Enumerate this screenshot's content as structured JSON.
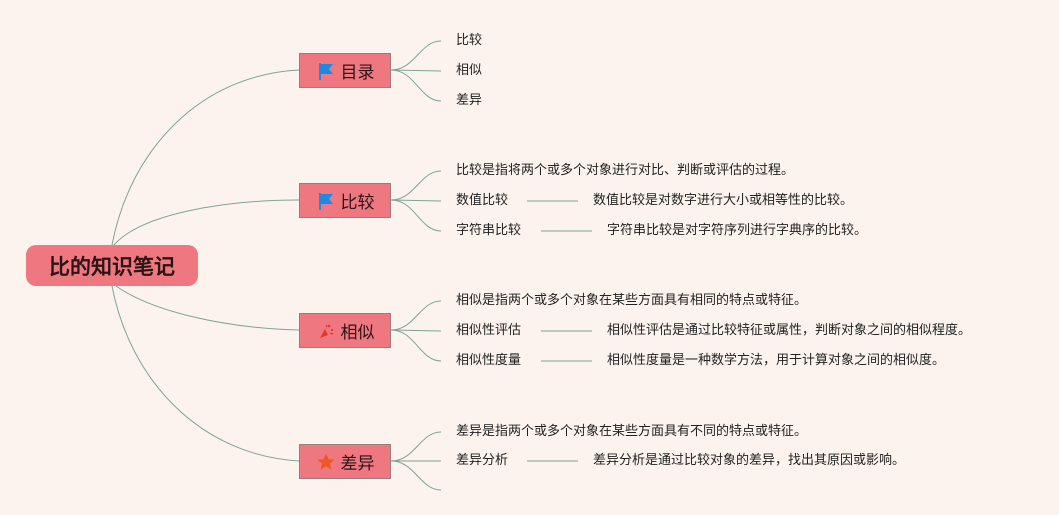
{
  "root": {
    "label": "比的知识笔记"
  },
  "branches": [
    {
      "label": "目录",
      "icon": "flag-icon",
      "items": [
        {
          "label": "比较"
        },
        {
          "label": "相似"
        },
        {
          "label": "差异"
        }
      ]
    },
    {
      "label": "比较",
      "icon": "flag-icon",
      "items": [
        {
          "label": "比较是指将两个或多个对象进行对比、判断或评估的过程。"
        },
        {
          "label": "数值比较",
          "detail": "数值比较是对数字进行大小或相等性的比较。"
        },
        {
          "label": "字符串比较",
          "detail": "字符串比较是对字符序列进行字典序的比较。"
        }
      ]
    },
    {
      "label": "相似",
      "icon": "party-popper-icon",
      "items": [
        {
          "label": "相似是指两个或多个对象在某些方面具有相同的特点或特征。"
        },
        {
          "label": "相似性评估",
          "detail": "相似性评估是通过比较特征或属性，判断对象之间的相似程度。"
        },
        {
          "label": "相似性度量",
          "detail": "相似性度量是一种数学方法，用于计算对象之间的相似度。"
        }
      ]
    },
    {
      "label": "差异",
      "icon": "star-icon",
      "items": [
        {
          "label": "差异是指两个或多个对象在某些方面具有不同的特点或特征。"
        },
        {
          "label": "差异分析",
          "detail": "差异分析是通过比较对象的差异，找出其原因或影响。"
        },
        {
          "label": ""
        }
      ]
    }
  ],
  "colors": {
    "background": "#fdf3ee",
    "node": "#ef7780",
    "link": "#7fa58c",
    "flag": "#1e88e5",
    "star": "#f0562a"
  }
}
